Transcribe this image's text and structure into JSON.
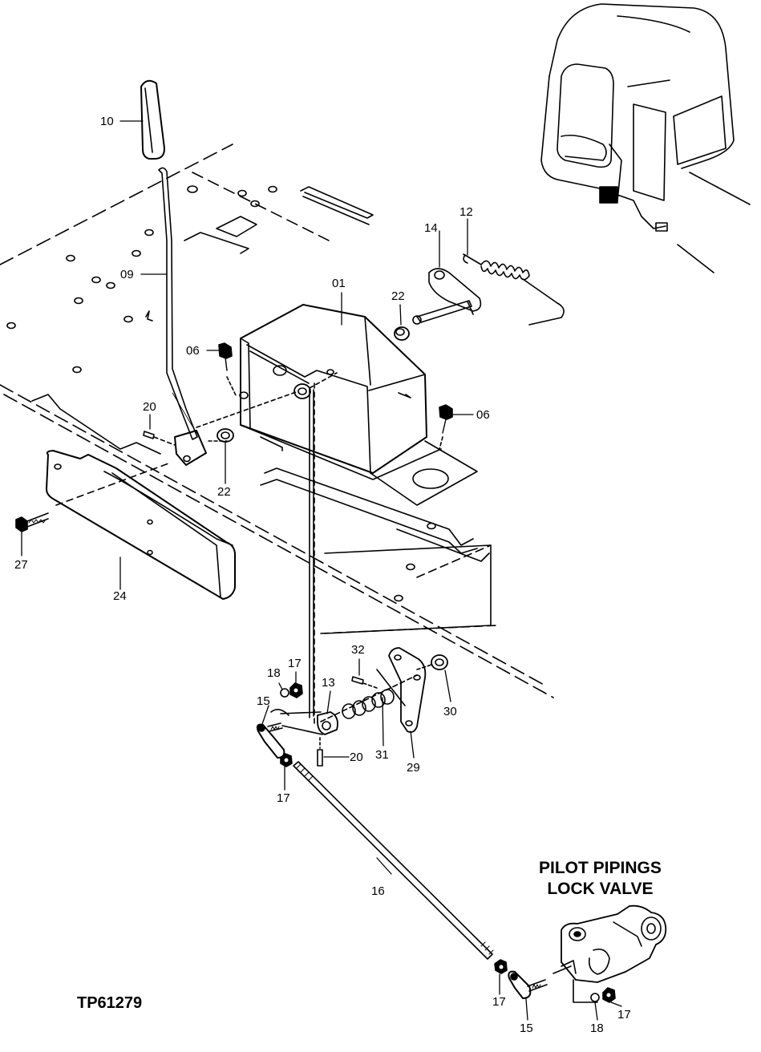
{
  "figure_id": "TP61279",
  "caption": {
    "line1": "PILOT PIPINGS",
    "line2": "LOCK VALVE"
  },
  "callouts": {
    "c01": "01",
    "c06a": "06",
    "c06b": "06",
    "c09": "09",
    "c10": "10",
    "c12": "12",
    "c13": "13",
    "c14": "14",
    "c15a": "15",
    "c15b": "15",
    "c16": "16",
    "c17a": "17",
    "c17b": "17",
    "c17c": "17",
    "c17d": "17",
    "c18a": "18",
    "c18b": "18",
    "c20a": "20",
    "c20b": "20",
    "c22a": "22",
    "c22b": "22",
    "c24": "24",
    "c27": "27",
    "c29": "29",
    "c30": "30",
    "c31": "31",
    "c32": "32"
  }
}
